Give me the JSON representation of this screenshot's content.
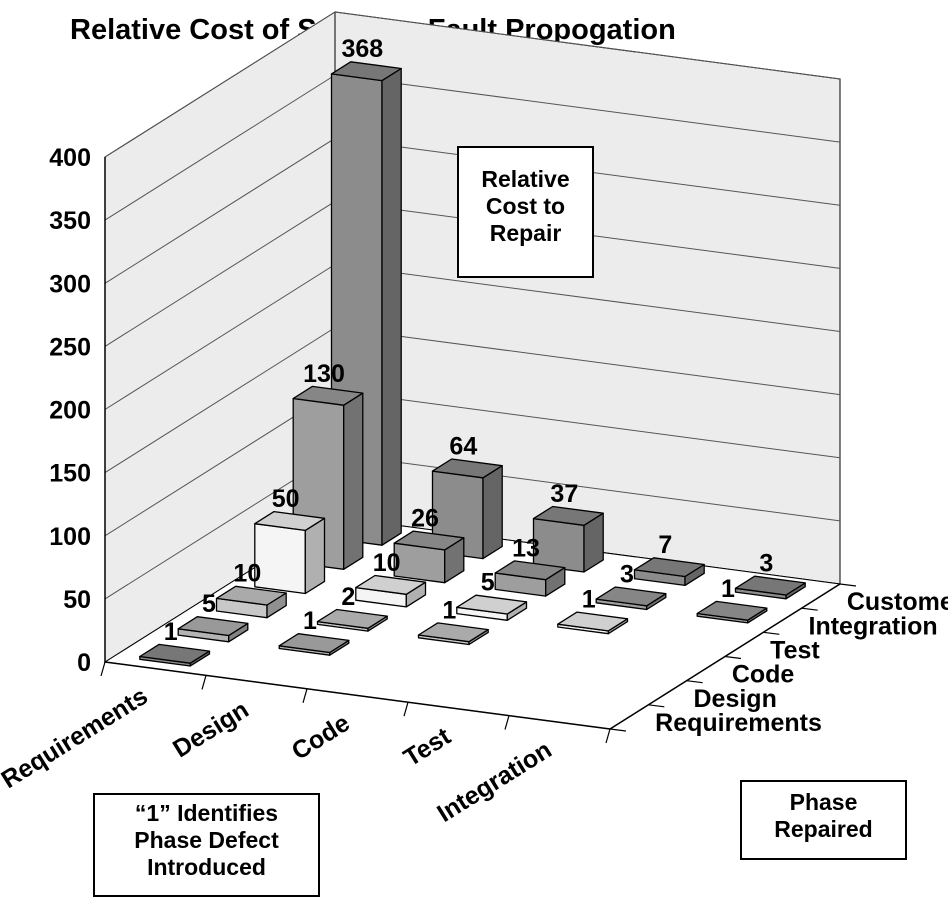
{
  "chart_data": {
    "type": "bar3d",
    "title": "Relative Cost of Software Fault Propogation",
    "x_categories": [
      "Requirements",
      "Design",
      "Code",
      "Test",
      "Integration"
    ],
    "depth_categories": [
      "Requirements",
      "Design",
      "Code",
      "Test",
      "Integration",
      "Customer"
    ],
    "ylim": [
      0,
      400
    ],
    "yticks": [
      0,
      50,
      100,
      150,
      200,
      250,
      300,
      350,
      400
    ],
    "bars": [
      {
        "x": "Requirements",
        "depth": "Requirements",
        "value": 1,
        "label": "1"
      },
      {
        "x": "Requirements",
        "depth": "Design",
        "value": 5,
        "label": "5"
      },
      {
        "x": "Requirements",
        "depth": "Code",
        "value": 10,
        "label": "10"
      },
      {
        "x": "Requirements",
        "depth": "Test",
        "value": 50,
        "label": "50"
      },
      {
        "x": "Requirements",
        "depth": "Integration",
        "value": 130,
        "label": "130"
      },
      {
        "x": "Requirements",
        "depth": "Customer",
        "value": 368,
        "label": "368"
      },
      {
        "x": "Design",
        "depth": "Design",
        "value": 1,
        "label": "1"
      },
      {
        "x": "Design",
        "depth": "Code",
        "value": 2,
        "label": "2"
      },
      {
        "x": "Design",
        "depth": "Test",
        "value": 10,
        "label": "10"
      },
      {
        "x": "Design",
        "depth": "Integration",
        "value": 26,
        "label": "26"
      },
      {
        "x": "Design",
        "depth": "Customer",
        "value": 64,
        "label": "64"
      },
      {
        "x": "Code",
        "depth": "Code",
        "value": 1,
        "label": "1"
      },
      {
        "x": "Code",
        "depth": "Test",
        "value": 5,
        "label": "5"
      },
      {
        "x": "Code",
        "depth": "Integration",
        "value": 13,
        "label": "13"
      },
      {
        "x": "Code",
        "depth": "Customer",
        "value": 37,
        "label": "37"
      },
      {
        "x": "Test",
        "depth": "Test",
        "value": 1,
        "label": "1"
      },
      {
        "x": "Test",
        "depth": "Integration",
        "value": 3,
        "label": "3"
      },
      {
        "x": "Test",
        "depth": "Customer",
        "value": 7,
        "label": "7"
      },
      {
        "x": "Integration",
        "depth": "Integration",
        "value": 1,
        "label": "1"
      },
      {
        "x": "Integration",
        "depth": "Customer",
        "value": 3,
        "label": "3"
      }
    ],
    "annotations": {
      "relative_cost": [
        "Relative",
        "Cost to",
        "Repair"
      ],
      "phase_introduced": [
        "“1” Identifies",
        "Phase Defect",
        "Introduced"
      ],
      "phase_repaired": [
        "Phase",
        "Repaired"
      ]
    },
    "colors": {
      "requirements_bar": "#8c8c8c",
      "design_bar": "#b4b4b4",
      "code_bar": "#c8c8c8",
      "test_bar": "#f5f5f5",
      "integration_bar": "#9e9e9e",
      "customer_bar": "#8c8c8c",
      "back_wall": "#ececec"
    }
  }
}
